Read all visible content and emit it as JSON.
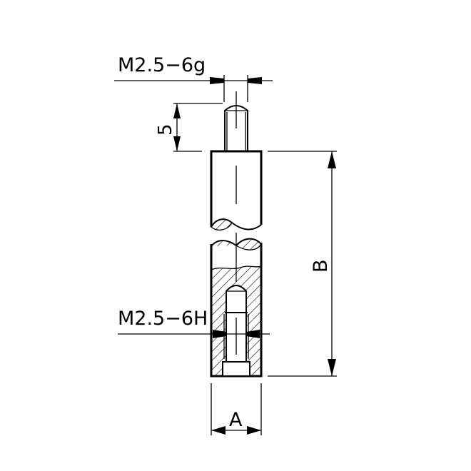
{
  "drawing": {
    "type": "technical-drawing",
    "subject": "extension rod with male and female thread",
    "labels": {
      "external_thread": "M2.5−6g",
      "internal_thread": "M2.5−6H",
      "stud_length": "5",
      "diameter": "A",
      "length": "B"
    },
    "colors": {
      "line": "#000000",
      "background": "#ffffff"
    }
  }
}
